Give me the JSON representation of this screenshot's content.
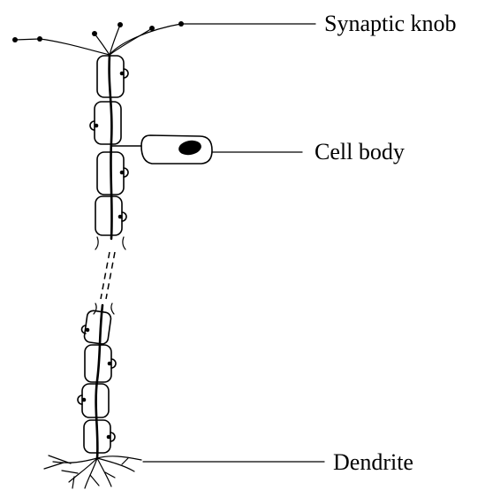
{
  "labels": {
    "synaptic_knob": "Synaptic knob",
    "cell_body": "Cell body",
    "dendrite": "Dendrite"
  },
  "colors": {
    "line": "#000000",
    "background": "#ffffff",
    "nucleus": "#000000"
  }
}
